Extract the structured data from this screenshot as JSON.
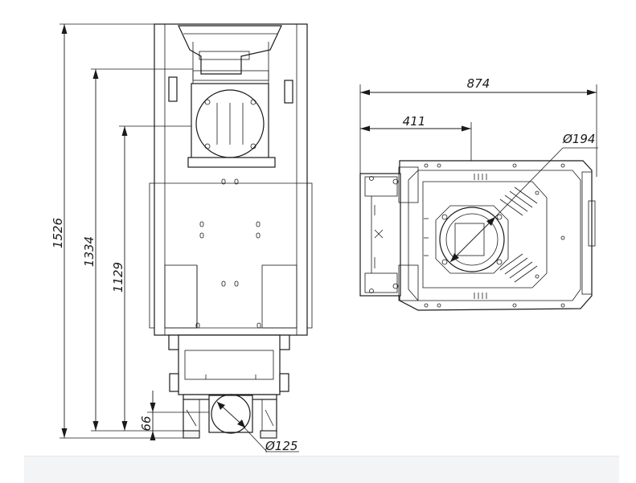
{
  "front_view": {
    "dim_total_height": "1526",
    "dim_flue_center_height": "1334",
    "dim_upper_height": "1129",
    "dim_inlet_height": "66",
    "dim_inlet_diameter": "Ø125"
  },
  "top_view": {
    "dim_width": "874",
    "dim_flue_offset": "411",
    "dim_flue_diameter": "Ø194"
  }
}
